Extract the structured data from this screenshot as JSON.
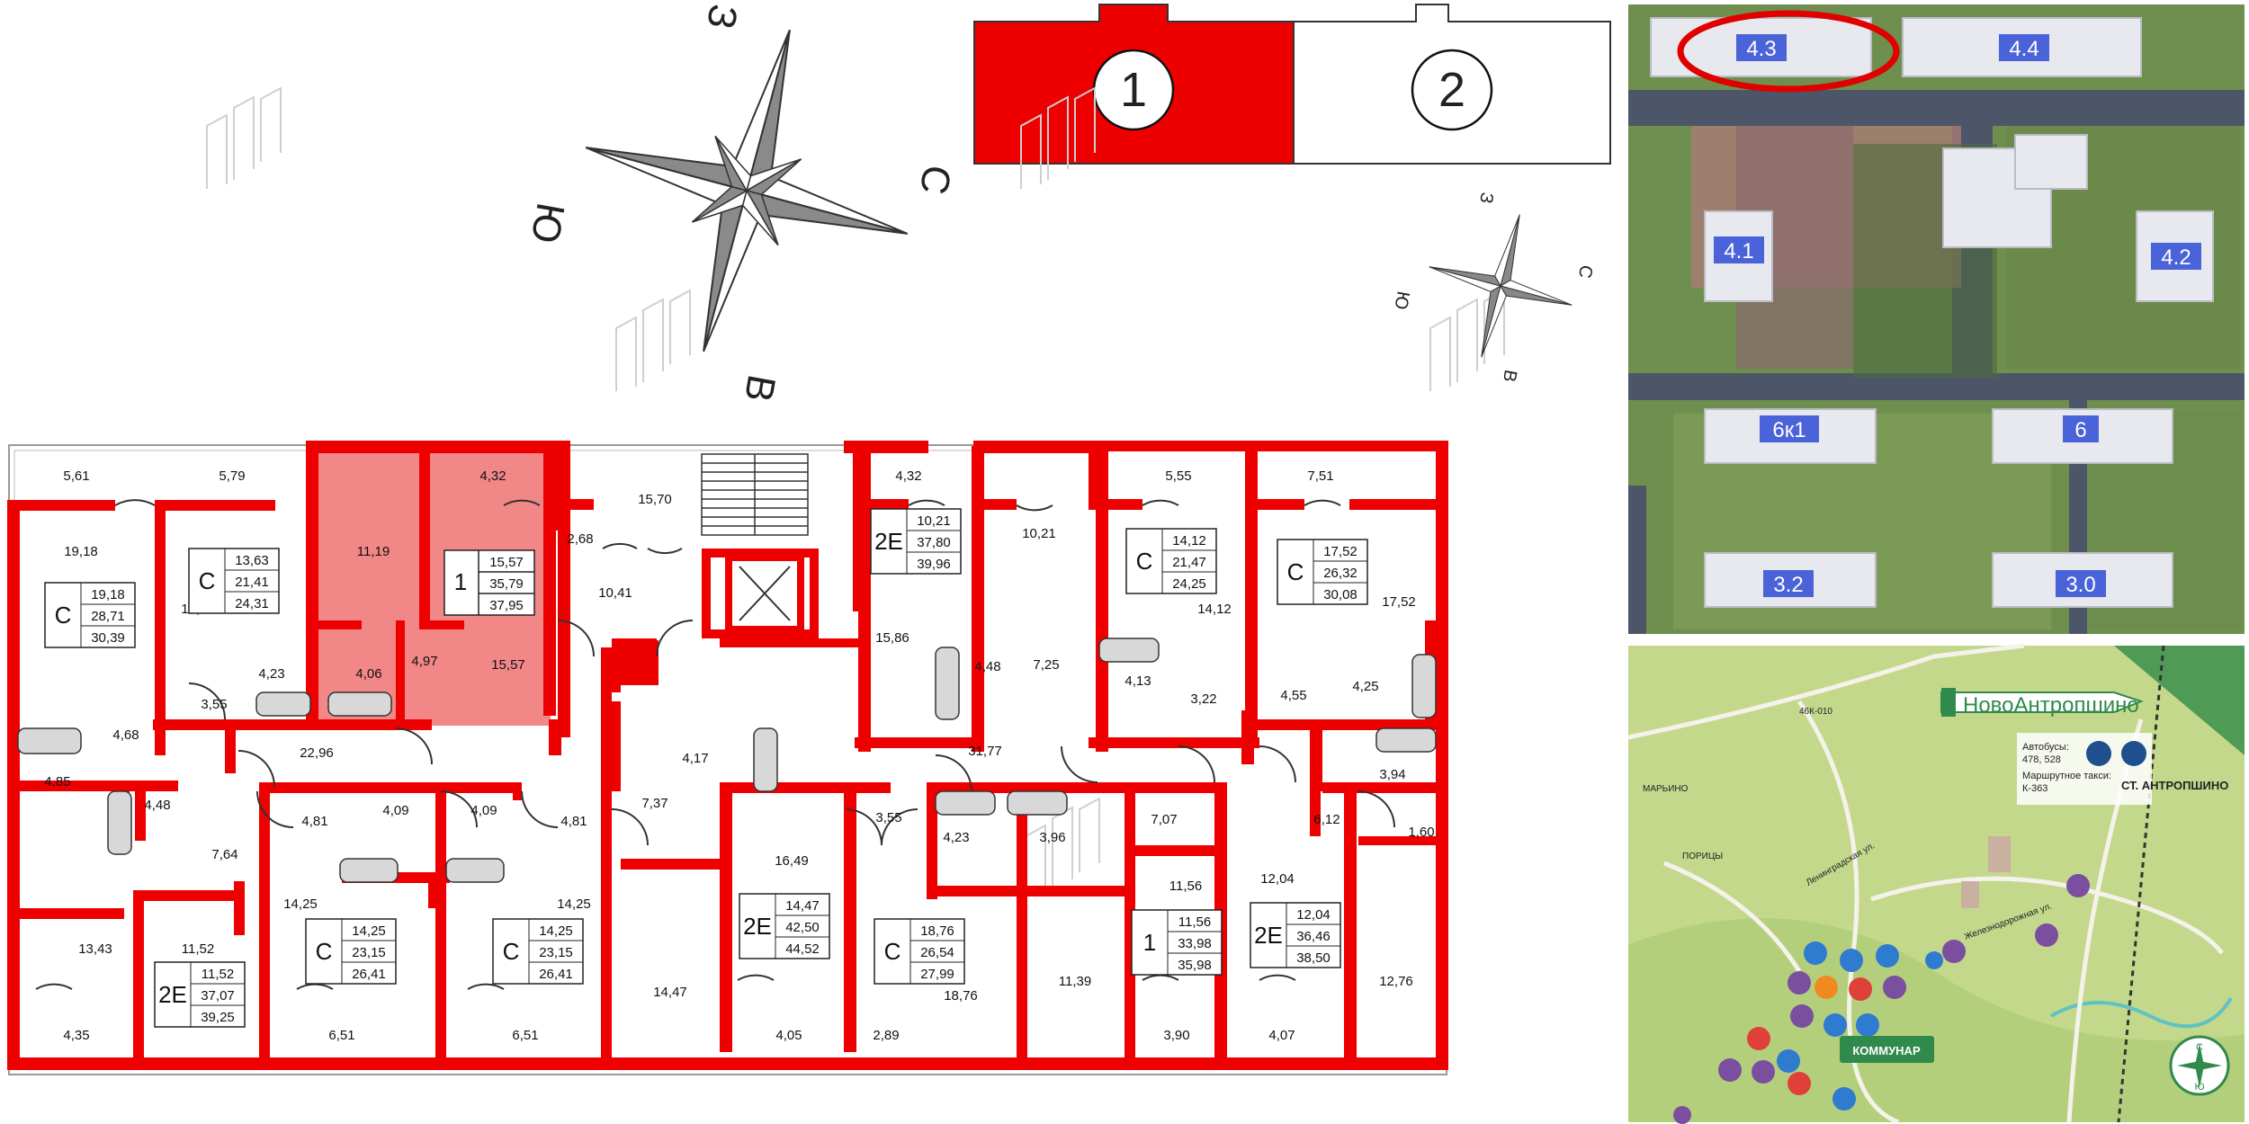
{
  "compass": {
    "north": "С",
    "south": "Ю",
    "west": "З",
    "east": "В"
  },
  "sections": [
    {
      "num": "1",
      "selected": true
    },
    {
      "num": "2",
      "selected": false
    }
  ],
  "selected_apartment": {
    "code": "1",
    "living": "15,57",
    "total_no_balcony": "35,79",
    "total": "37,95"
  },
  "apartments": [
    {
      "id": "a1",
      "code": "С",
      "v1": "19,18",
      "v2": "28,71",
      "v3": "30,39"
    },
    {
      "id": "a2",
      "code": "С",
      "v1": "13,63",
      "v2": "21,41",
      "v3": "24,31"
    },
    {
      "id": "a3",
      "code": "2Е",
      "v1": "10,21",
      "v2": "37,80",
      "v3": "39,96"
    },
    {
      "id": "a4",
      "code": "С",
      "v1": "14,12",
      "v2": "21,47",
      "v3": "24,25"
    },
    {
      "id": "a5",
      "code": "С",
      "v1": "17,52",
      "v2": "26,32",
      "v3": "30,08"
    },
    {
      "id": "a6",
      "code": "2Е",
      "v1": "11,52",
      "v2": "37,07",
      "v3": "39,25"
    },
    {
      "id": "a7",
      "code": "С",
      "v1": "14,25",
      "v2": "23,15",
      "v3": "26,41"
    },
    {
      "id": "a8",
      "code": "С",
      "v1": "14,25",
      "v2": "23,15",
      "v3": "26,41"
    },
    {
      "id": "a9",
      "code": "2Е",
      "v1": "14,47",
      "v2": "42,50",
      "v3": "44,52"
    },
    {
      "id": "a10",
      "code": "С",
      "v1": "18,76",
      "v2": "26,54",
      "v3": "27,99"
    },
    {
      "id": "a11",
      "code": "1",
      "v1": "11,56",
      "v2": "33,98",
      "v3": "35,98"
    },
    {
      "id": "a12",
      "code": "2Е",
      "v1": "12,04",
      "v2": "36,46",
      "v3": "38,50"
    }
  ],
  "rooms": [
    "5,61",
    "5,79",
    "4,32",
    "15,70",
    "4,32",
    "5,55",
    "7,51",
    "19,18",
    "11,19",
    "2,68",
    "10,21",
    "13,63",
    "10,41",
    "14,12",
    "17,52",
    "15,86",
    "4,23",
    "4,06",
    "4,97",
    "15,57",
    "4,48",
    "7,25",
    "4,13",
    "3,22",
    "4,55",
    "4,25",
    "3,55",
    "4,68",
    "22,96",
    "31,77",
    "4,17",
    "3,94",
    "4,85",
    "1,60",
    "4,81",
    "4,09",
    "4,09",
    "4,81",
    "7,37",
    "3,55",
    "4,23",
    "3,96",
    "7,07",
    "6,12",
    "4,48",
    "7,64",
    "16,49",
    "11,56",
    "12,04",
    "14,25",
    "14,25",
    "13,43",
    "11,52",
    "14,47",
    "11,39",
    "12,76",
    "18,76",
    "4,35",
    "6,51",
    "6,51",
    "4,05",
    "2,89",
    "3,90",
    "4,07"
  ],
  "aerial": {
    "buildings": [
      "4.3",
      "4.4",
      "4.1",
      "4.2",
      "6к1",
      "6",
      "3.2",
      "3.0"
    ]
  },
  "map": {
    "brand": "НовоАнтропшино",
    "road": "46К-010",
    "bus_title": "Автобусы:",
    "bus_routes": "478, 528",
    "taxi_title": "Маршрутное такси:",
    "taxi_routes": "К-363",
    "station": "СТ. АНТРОПШИНО",
    "village1": "МАРЬИНО",
    "village2": "ПОРИЦЫ",
    "street1": "Ленинградская ул.",
    "street2": "Железнодорожная ул.",
    "place": "КОММУНАР",
    "compass_n": "С",
    "compass_s": "Ю"
  }
}
